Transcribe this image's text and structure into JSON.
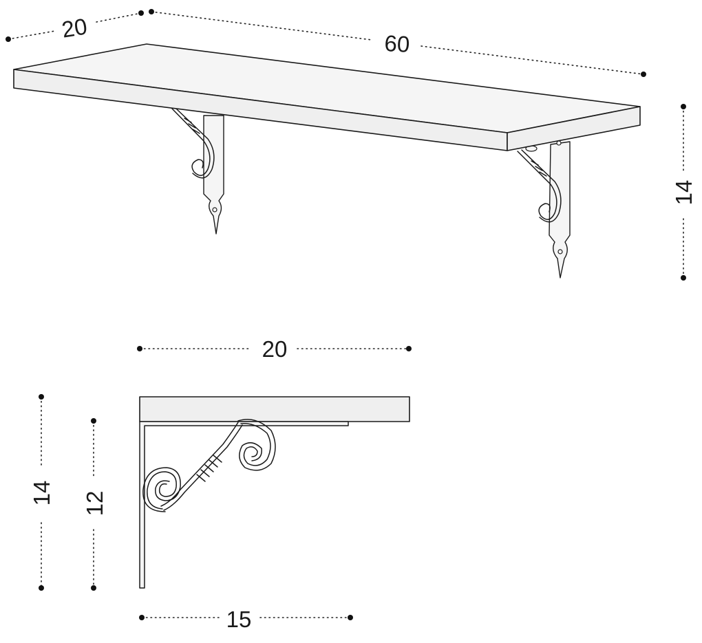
{
  "diagram": {
    "dimensions": {
      "top_depth": "20",
      "top_length": "60",
      "top_height": "14",
      "side_width": "20",
      "side_total_height": "14",
      "side_bracket_height": "12",
      "side_bracket_length": "15"
    },
    "colors": {
      "line": "#1a1a1a",
      "shelf_fill": "#f5f5f5",
      "background": "#ffffff"
    }
  }
}
